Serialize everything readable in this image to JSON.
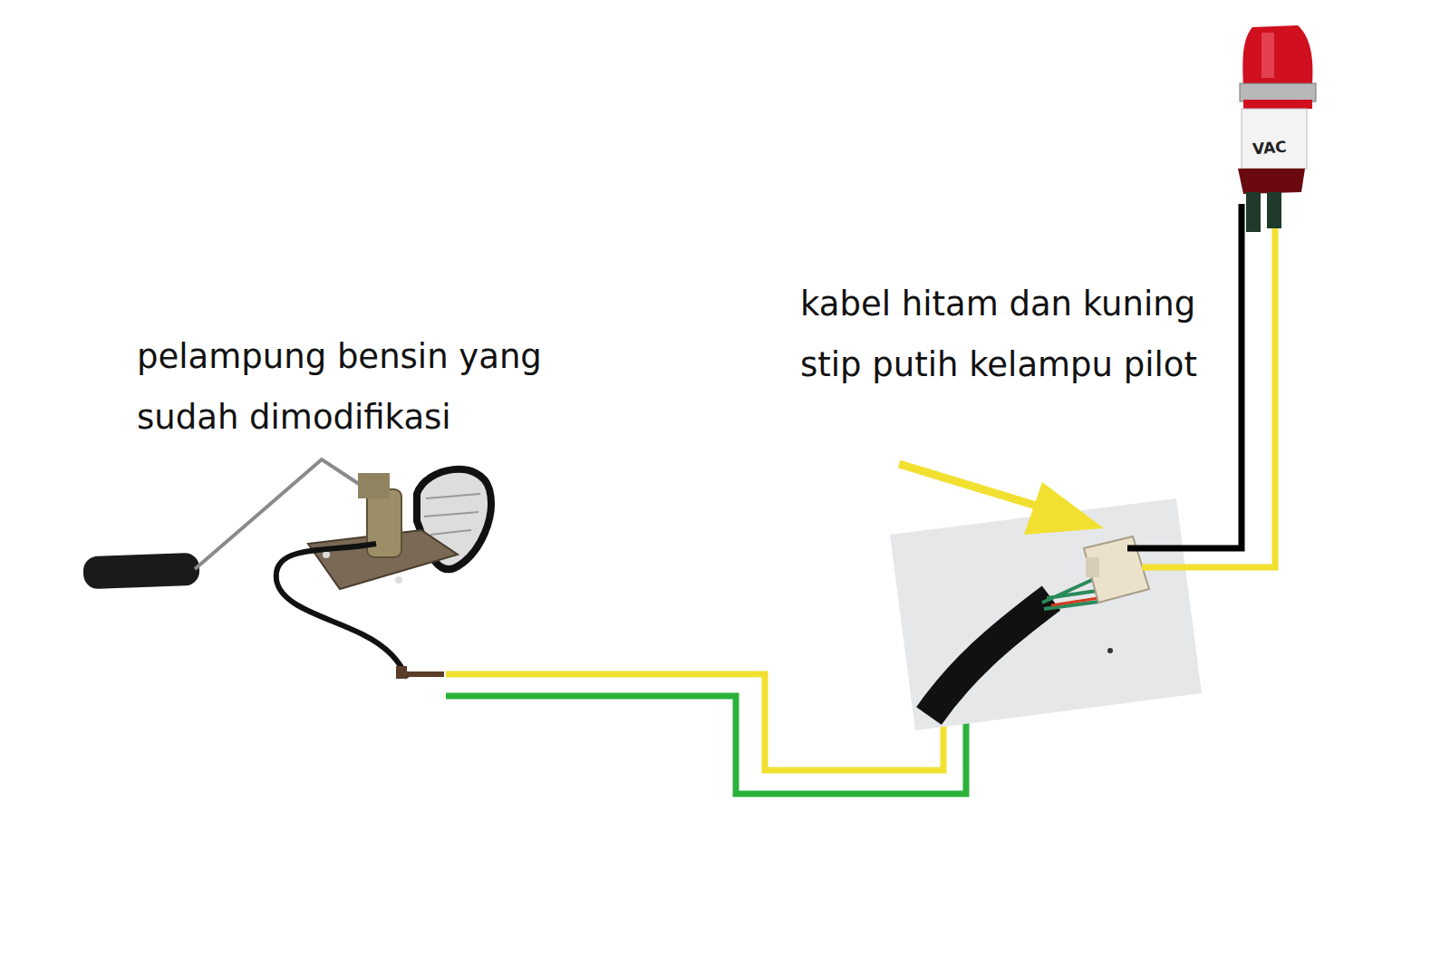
{
  "diagram": {
    "labels": [
      "pelampung bensin yang sudah dimodifikasi",
      "kabel hitam dan kuning stip putih kelampu pilot",
      "VAC"
    ]
  }
}
